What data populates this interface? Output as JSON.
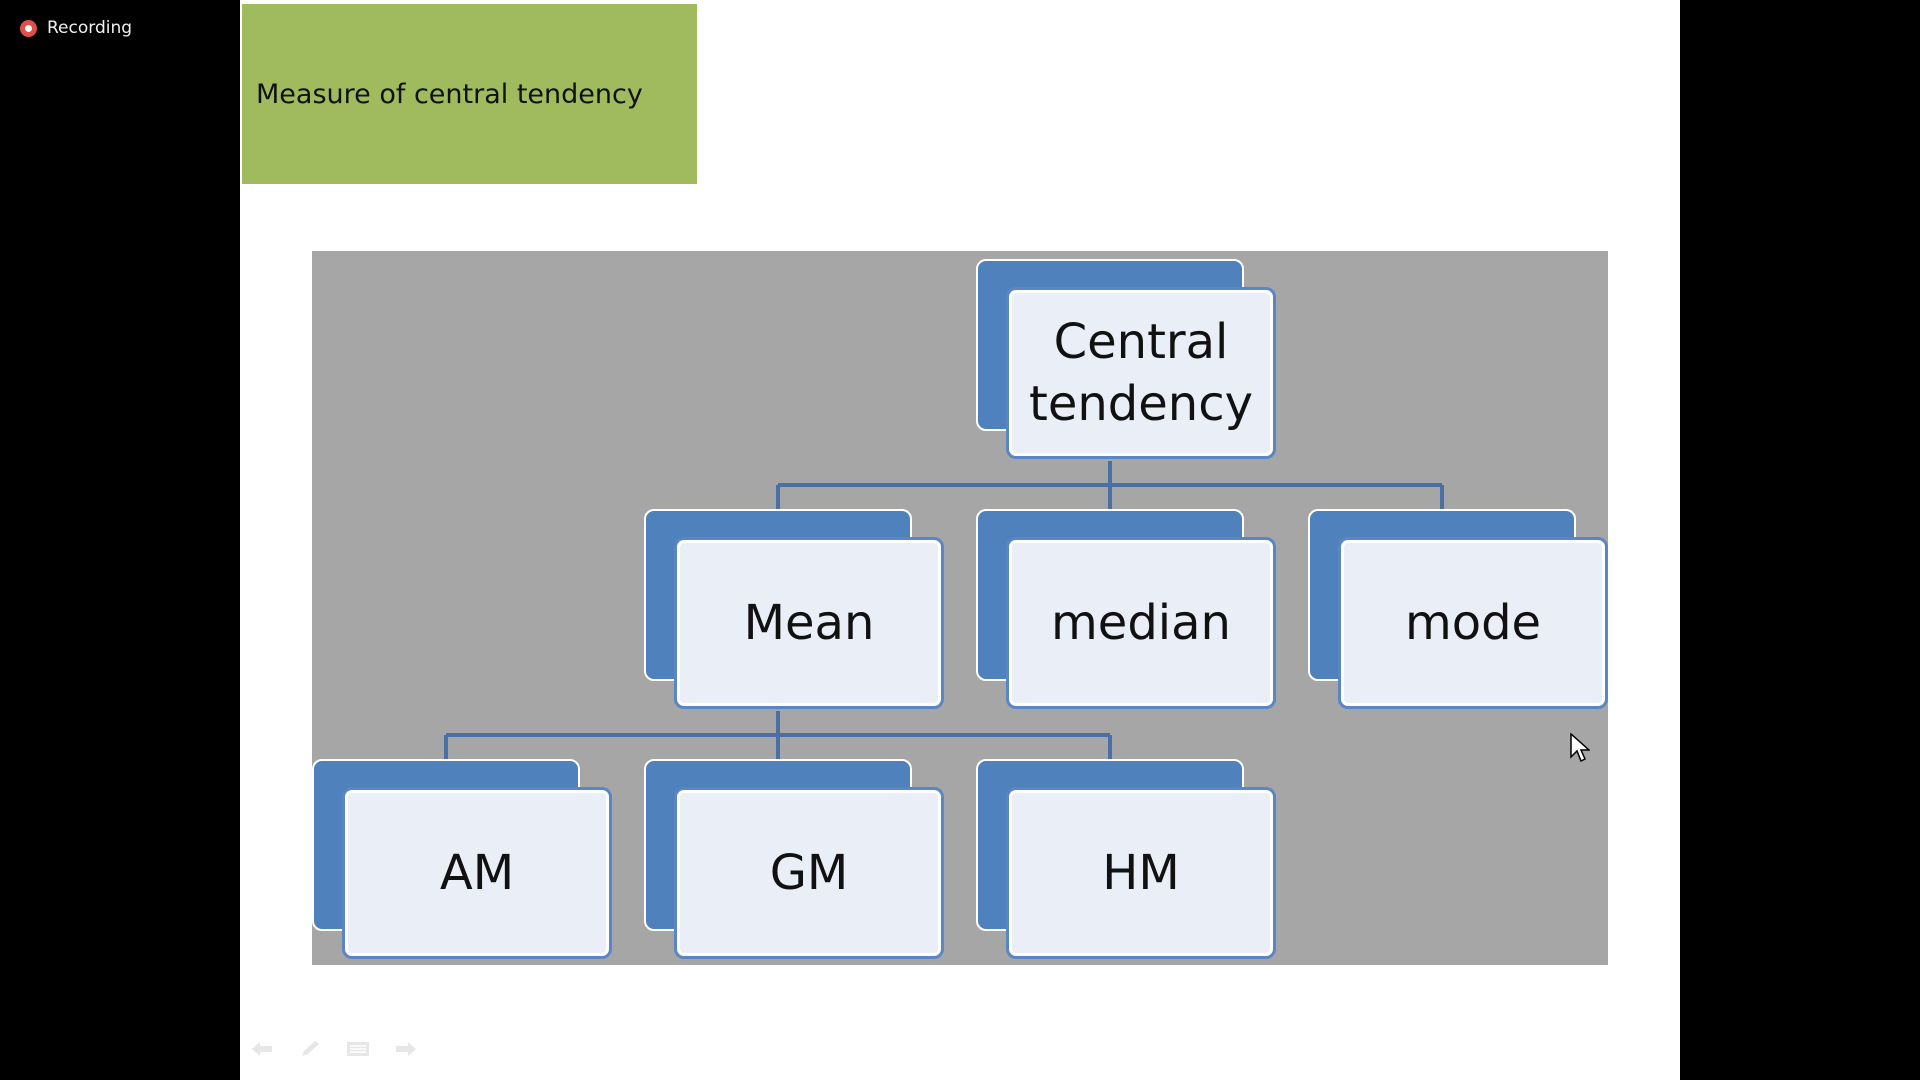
{
  "recording": {
    "label": "Recording"
  },
  "slide": {
    "title": "Measure of central tendency",
    "diagram": {
      "root": "Central tendency",
      "level1": [
        "Mean",
        "median",
        "mode"
      ],
      "level2": [
        "AM",
        "GM",
        "HM"
      ]
    }
  },
  "colors": {
    "title_bg": "#9fbb5e",
    "diagram_bg": "#a6a6a7",
    "node_blue": "#4f81bd",
    "node_face": "#e9eef7",
    "recording_dot": "#e0504a"
  },
  "icons": {
    "controls": [
      "previous-arrow-icon",
      "pen-icon",
      "menu-icon",
      "next-arrow-icon"
    ],
    "pointer": "mouse-pointer-icon"
  }
}
